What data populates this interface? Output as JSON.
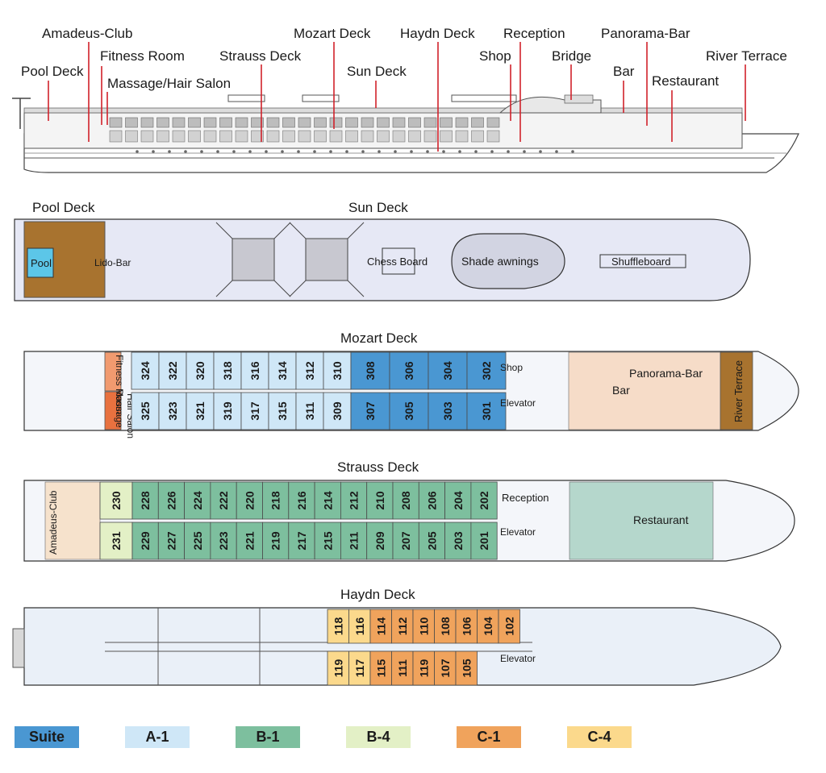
{
  "profile": {
    "labels": [
      {
        "name": "amadeus-club",
        "text": "Amadeus-Club"
      },
      {
        "name": "pool-deck",
        "text": "Pool Deck"
      },
      {
        "name": "fitness-room",
        "text": "Fitness Room"
      },
      {
        "name": "massage-hair-salon",
        "text": "Massage/Hair Salon"
      },
      {
        "name": "strauss-deck",
        "text": "Strauss Deck"
      },
      {
        "name": "mozart-deck",
        "text": "Mozart Deck"
      },
      {
        "name": "sun-deck",
        "text": "Sun Deck"
      },
      {
        "name": "haydn-deck",
        "text": "Haydn Deck"
      },
      {
        "name": "shop",
        "text": "Shop"
      },
      {
        "name": "reception",
        "text": "Reception"
      },
      {
        "name": "bridge",
        "text": "Bridge"
      },
      {
        "name": "panorama-bar",
        "text": "Panorama-Bar"
      },
      {
        "name": "bar",
        "text": "Bar"
      },
      {
        "name": "restaurant",
        "text": "Restaurant"
      },
      {
        "name": "river-terrace",
        "text": "River Terrace"
      }
    ]
  },
  "sundeck": {
    "pool_deck_title": "Pool Deck",
    "sun_deck_title": "Sun Deck",
    "pool": "Pool",
    "lido_bar": "Lido-Bar",
    "chess_board": "Chess Board",
    "shade_awnings": "Shade awnings",
    "shuffleboard": "Shuffleboard"
  },
  "mozart": {
    "title": "Mozart Deck",
    "fitness_room": "Fitness Room",
    "massage": "Massage",
    "hair_salon": "Hair Salon",
    "shop": "Shop",
    "elevator": "Elevator",
    "bar": "Bar",
    "panorama_bar": "Panorama-Bar",
    "river_terrace": "River Terrace",
    "top_row_a1": [
      "324",
      "322",
      "320",
      "318",
      "316",
      "314",
      "312",
      "310"
    ],
    "top_row_suite": [
      "308",
      "306",
      "304",
      "302"
    ],
    "bottom_row_a1": [
      "325",
      "323",
      "321",
      "319",
      "317",
      "315",
      "311",
      "309"
    ],
    "bottom_row_suite": [
      "307",
      "305",
      "303",
      "301"
    ]
  },
  "strauss": {
    "title": "Strauss Deck",
    "amadeus_club": "Amadeus-Club",
    "reception": "Reception",
    "elevator": "Elevator",
    "restaurant": "Restaurant",
    "top_b4": "230",
    "bottom_b4": "231",
    "top_row_b1": [
      "228",
      "226",
      "224",
      "222",
      "220",
      "218",
      "216",
      "214",
      "212",
      "210",
      "208",
      "206",
      "204",
      "202"
    ],
    "bottom_row_b1": [
      "229",
      "227",
      "225",
      "223",
      "221",
      "219",
      "217",
      "215",
      "211",
      "209",
      "207",
      "205",
      "203",
      "201"
    ]
  },
  "haydn": {
    "title": "Haydn Deck",
    "elevator": "Elevator",
    "top_row_c4": [
      "118",
      "116"
    ],
    "top_row_c1": [
      "114",
      "112",
      "110",
      "108",
      "106",
      "104",
      "102"
    ],
    "bottom_row_c4": [
      "119",
      "117"
    ],
    "bottom_row_c1": [
      "115",
      "111",
      "119",
      "107",
      "105"
    ]
  },
  "legend": [
    {
      "label": "Suite",
      "color": "#4a97d2"
    },
    {
      "label": "A-1",
      "color": "#cfe7f7"
    },
    {
      "label": "B-1",
      "color": "#7dbf9e"
    },
    {
      "label": "B-4",
      "color": "#e3f0c6"
    },
    {
      "label": "C-1",
      "color": "#f0a35c"
    },
    {
      "label": "C-4",
      "color": "#fbd98c"
    }
  ]
}
